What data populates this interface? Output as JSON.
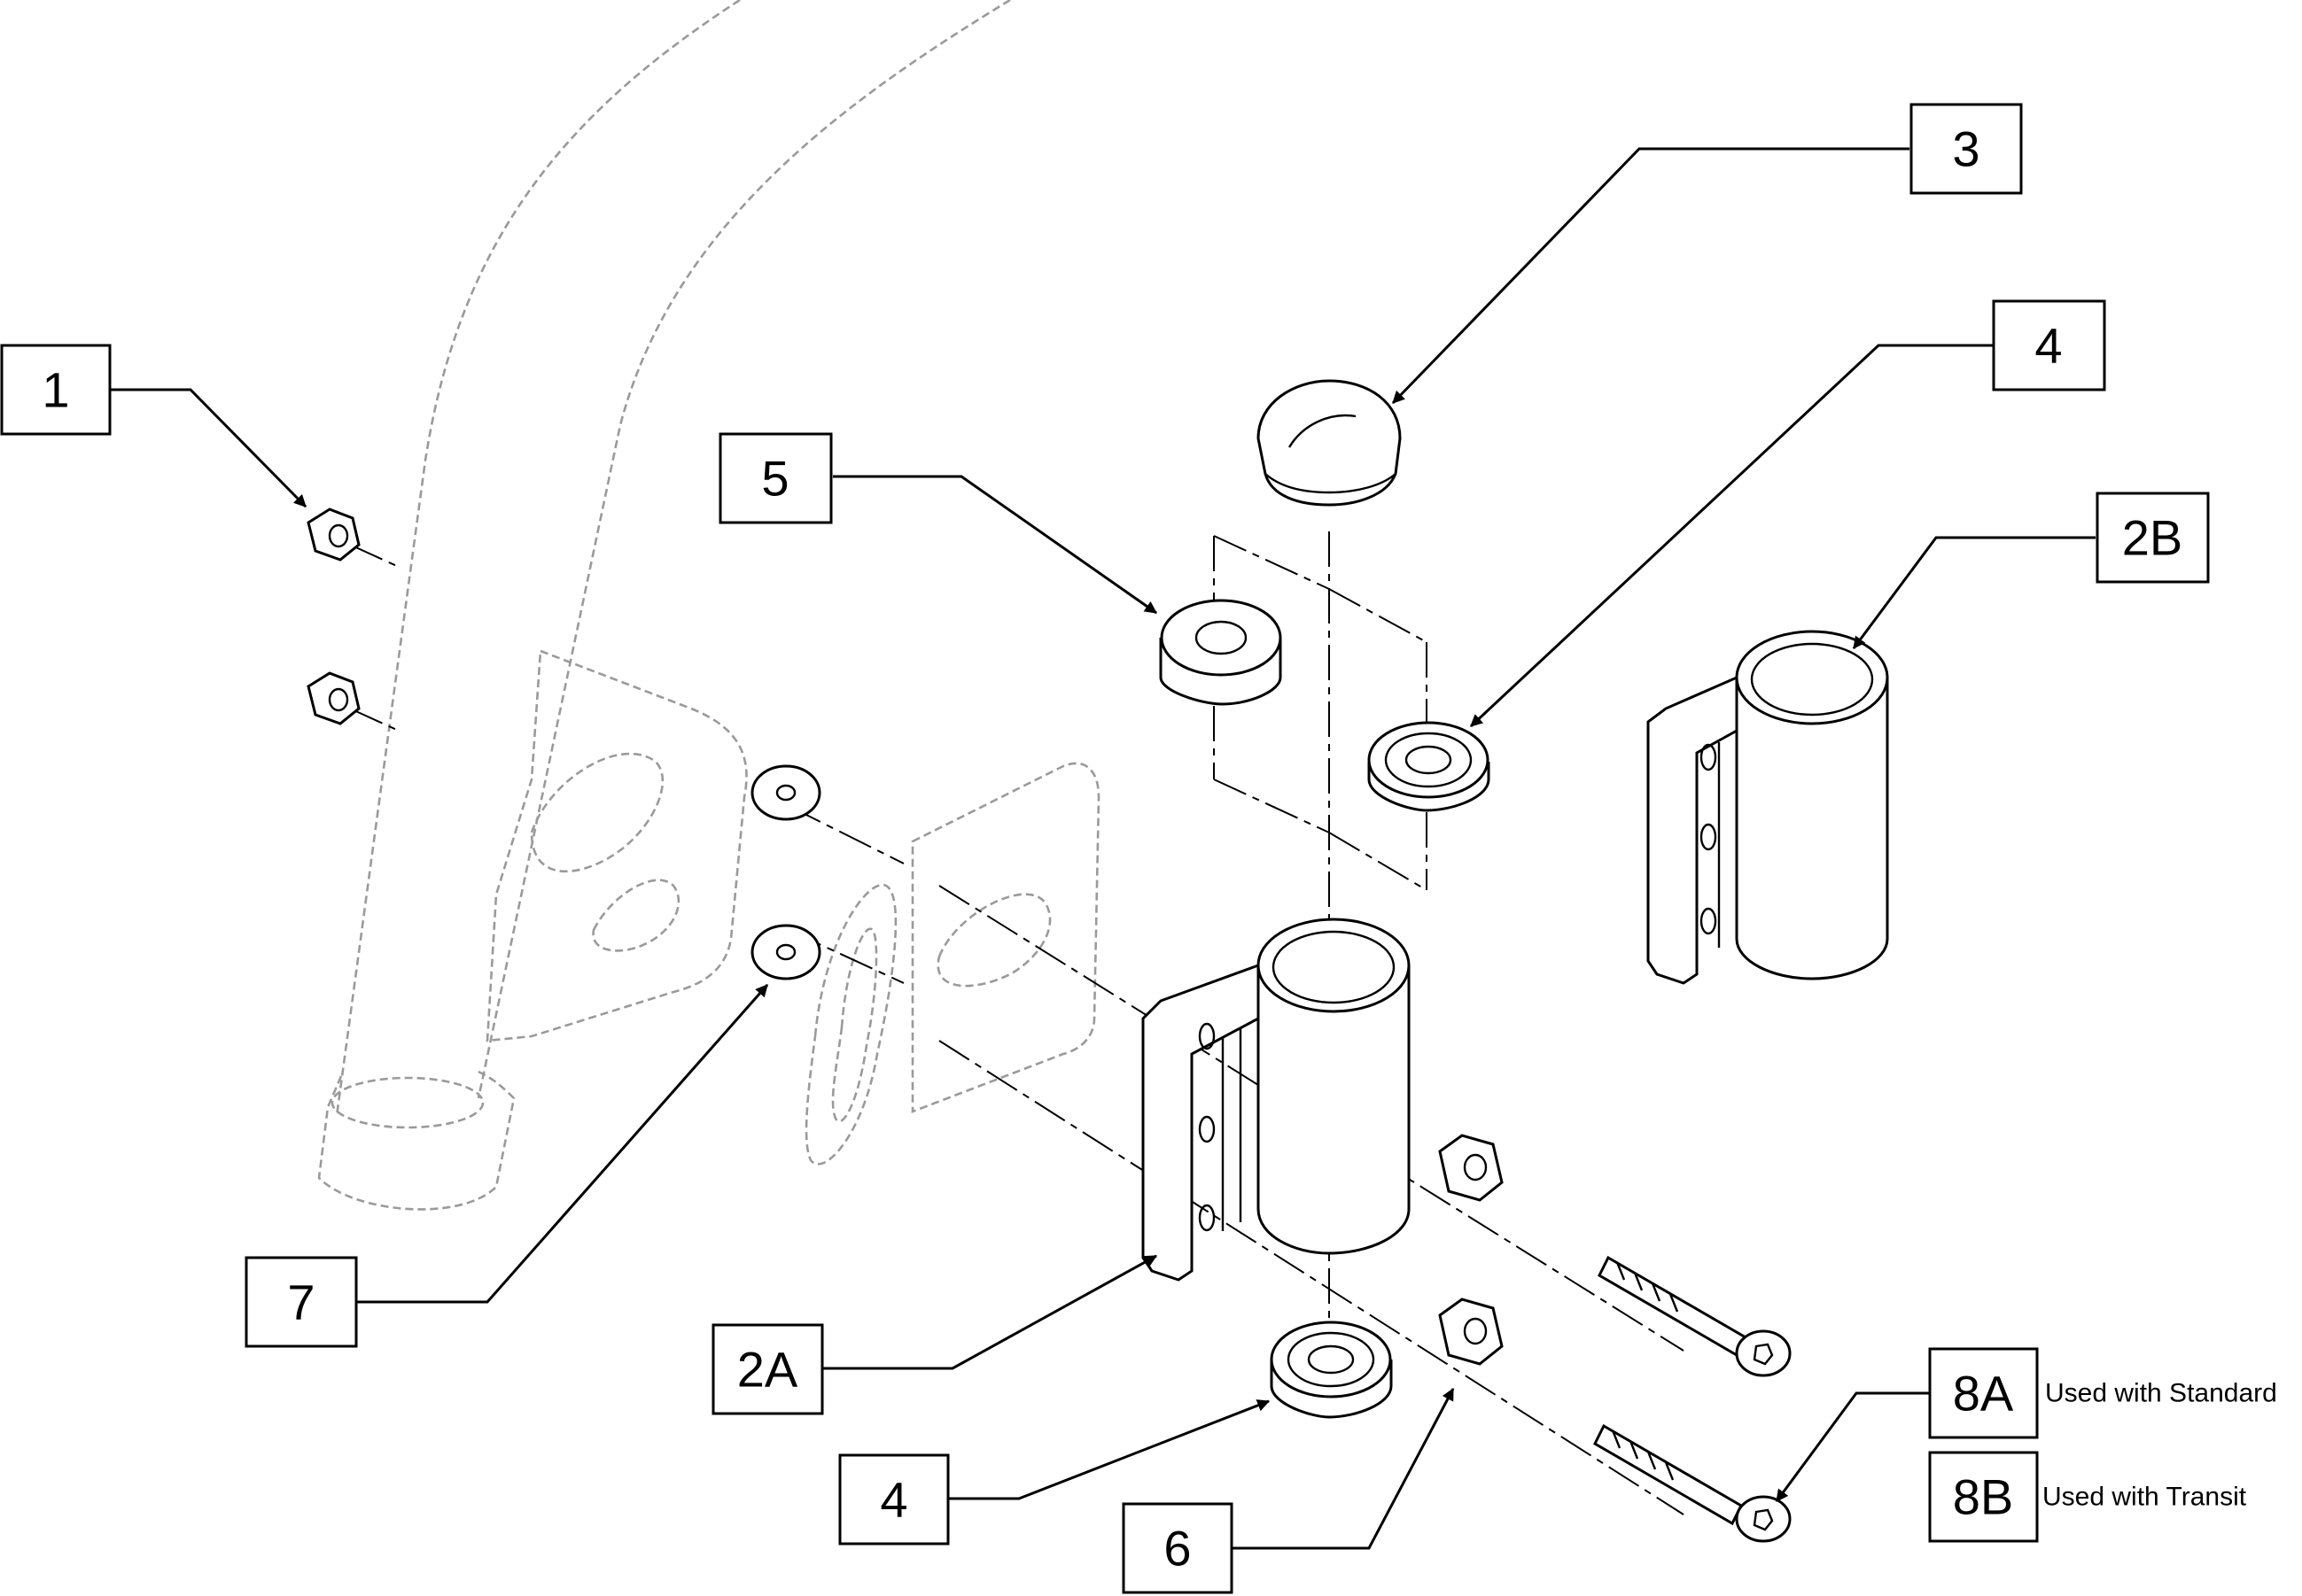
{
  "callouts": {
    "item_1": "1",
    "item_2a": "2A",
    "item_2b": "2B",
    "item_3": "3",
    "item_4_top": "4",
    "item_4_bottom": "4",
    "item_5": "5",
    "item_6": "6",
    "item_7": "7",
    "item_8a": "8A",
    "item_8b": "8B"
  },
  "notes": {
    "item_8a": "Used with Standard",
    "item_8b": "Used with Transit"
  },
  "colors": {
    "line": "#000000",
    "ghost_line": "#9a9a9a",
    "background": "#ffffff"
  }
}
